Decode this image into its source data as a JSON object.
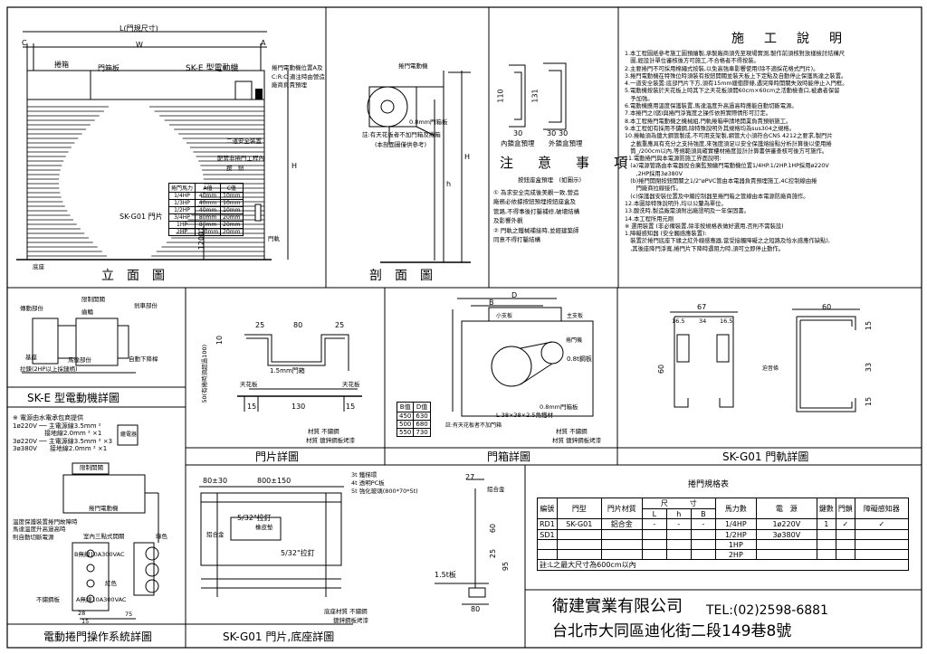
{
  "elevation": {
    "caption": "立　面　圖",
    "dim_L": "L(門規尺寸)",
    "dim_W": "W",
    "dim_C": "C",
    "dim_A": "A",
    "dim_H": "H",
    "dim_1200": "1200",
    "model_label": "SK-E 型電動機",
    "lbl_guard": "捲箱",
    "lbl_box": "門箱板",
    "lbl_motor_pos": "捲門電動機位置A及",
    "lbl_motor_pos2": "C:R:C 適注時由營造",
    "lbl_motor_pos3": "廠商負責預埋",
    "lbl_safety": "二道安全裝置",
    "lbl_switch": "配管非捲門工程內",
    "lbl_button": "按　鈕",
    "lbl_slat": "SK-G01 門片",
    "lbl_rail": "門軌",
    "lbl_base": "底座",
    "table_header": [
      "捲門馬力",
      "A值",
      "C值"
    ],
    "table_rows": [
      [
        "1/4HP",
        "40mm",
        "10mm"
      ],
      [
        "1/3HP",
        "40mm",
        "10mm"
      ],
      [
        "1/2HP",
        "40mm",
        "10mm"
      ],
      [
        "3/4HP",
        "80mm",
        "20mm"
      ],
      [
        "1HP",
        "80mm",
        "20mm"
      ],
      [
        "2HP",
        "120mm",
        "20mm"
      ]
    ]
  },
  "section": {
    "caption": "剖　面　圖",
    "lbl_motor": "捲門電動機",
    "lbl_plate": "0.8mm門箱板",
    "note1": "註:有天花板者不加門箱及捲箱",
    "note2": "(本剖面圖僅供參考)",
    "dim_h": "h",
    "dim_H": "H"
  },
  "rails": {
    "inner_label": "內鎖盒預埋",
    "outer_label": "外鎖盒預埋",
    "dim_110": "110",
    "dim_131": "131",
    "dim_30a": "30",
    "dim_30b": "30",
    "dim_30c": "30"
  },
  "attention": {
    "title": "注　意　事　項",
    "sub": "按鈕座盒預埋　(如圖示)",
    "item1": "① 為求安全完成後美觀一致,營造",
    "item1b": "廠務必依據按鈕預埋按鈕座盒及",
    "item1c": "管路,不得事後打鑿補修,破壞結構",
    "item1d": "及影響外觀",
    "item2": "② 門軌之鐵械補接時,並經建築師",
    "item2b": "同意不得打鑿結構"
  },
  "construction": {
    "title": "施　工　說　明",
    "lines": [
      "1.本工程圖紙參考施工圖預繪製,承製廠商須先至現場實測,製作前須核對放樣檢討結構尺",
      "　圖,經設計單位審核後方可施工,不合格者不得按裝。",
      "2.主要捲門不可採用棉繩式按裝,以免高強車影響使用(除不適採花格式門片)。",
      "3.捲門電動機在特殊位時須裝有按鈕開關並裝天板上下定點及自動停止保護馬達之裝置。",
      "4.一道安全裝置:底部門片下方,須有15mm緩衝膠條,遇突降時開關失效時能停止入門框。",
      "5.電動機按裝於天花板上時其下之天花板須開60cm×60cm之活動檢查口,被處者保留",
      "　予加強。",
      "6.電動機應用溫度保護裝置,馬達溫度升高過高時應能自動切斷電源。",
      "7.本捲門之(儲)與捲門淨寬度之操作依照實際情形可訂定。",
      "8.本工程捲門電動機之機械組,門軌捲箱申請地開業負責預辦施工。",
      "9.本工程如有採用不鏽鋼,除特殊說明外其規格均為sus304之規格。",
      "10.捲軸須為鍍大鋼管製成,不可用支架製,網管大小須符合CNS 4212之要求,製門片",
      "　之載重應具有充分之支持強度,來強度須足以安全保護熔接點分析計算後以使用捲",
      "　筒_/200cm以內,等規範須具確實樓材捲度設計計算書供審查核可後方可施作。",
      "11.電動捲門與本電源防施工界面說明:",
      "　(a)電源管路由本電器投合廣監預繪門電動機位置1/4HP.1/2HP.1HP採用ø220V",
      "　　,2HP採用3ø380V",
      "　(b)捲門開閉按鈕開關之1/2\"øPVC管由本電器負責預埋施工,4C控制線由捲",
      "　　門廠商拉線接作。",
      "　(c)保護器安裝位置及中繼控制器至捲門箱之管線由本電源防廠商施作。",
      "12.本圖除特殊說明外,均以公釐為單位。",
      "13.酸洗時,製造廠需須附出廠證明及一年保固書。",
      "14.本工程所用元剛",
      "※ 選用裝置 (非必備裝置,除非按規格表做好選用,否則不需裝設)",
      "1.障礙感知器 (安全觸感應裝置):",
      "　裝置於捲門底座下緣之紅外線感應器,當受接觸障礙之之短路及恰水感應作缺點),",
      "　,其後座降門淨寬,捲門片下降時遇阻力時,須可立即停止動作。"
    ]
  },
  "motor_detail": {
    "caption": "SK-E 型電動機詳圖",
    "lbl_transmission": "傳動部份",
    "lbl_limit": "限制開關",
    "lbl_gear": "齒輪",
    "lbl_brake": "剎車部份",
    "lbl_base": "基座",
    "lbl_motor": "馬達部份",
    "lbl_auto": "自動下降桿",
    "lbl_chain": "拉鍊(2HP以上採鏈柄)"
  },
  "slat": {
    "caption": "門片詳圖",
    "d25a": "25",
    "d80": "80",
    "d25b": "25",
    "d10": "10",
    "d130": "130",
    "d15a": "15",
    "d15b": "15",
    "lbl_thick": "1.5mm門箱",
    "lbl_ceiling_l": "天花板",
    "lbl_ceiling_r": "天花板",
    "lbl_side": "50(有捲時須超過100)",
    "material1": "材質 不鏽鋼",
    "material2": "材質 鍍鋅鋼板烤漆"
  },
  "box": {
    "caption": "門箱詳圖",
    "dim_D": "D",
    "dim_B": "B",
    "lbl_bracket": "小支板",
    "lbl_main": "主支板",
    "lbl_motor": "捲門機",
    "lbl_plate": "0.8t鋼板",
    "lbl_plate2": "0.8mm門箱板",
    "lbl_angle": "L 38×38×2.5角鐵材",
    "note": "註:有天花板者不加門箱",
    "table_header": [
      "B值",
      "D值"
    ],
    "table_rows": [
      [
        "450",
        "630"
      ],
      [
        "500",
        "680"
      ],
      [
        "550",
        "730"
      ]
    ],
    "material1": "材質 不鏽鋼",
    "material2": "材質 鍍鋅鋼板烤漆"
  },
  "rail_detail": {
    "caption": "SK-G01 門軌詳圖",
    "d67": "67",
    "d16a": "16.5",
    "d34": "34",
    "d16b": "16.5",
    "d60": "60",
    "d60b": "60",
    "d15a": "15",
    "d33": "33",
    "d15b": "15",
    "lbl_bar": "迫音條"
  },
  "control": {
    "caption": "電動捲門操作系統詳圖",
    "l1": "※ 電源由水電承包商提供",
    "l2": "1ø220V ── 主電源線3.5mm ²",
    "l3": "　　　　　接地線2.0mm ² ×1",
    "l4": "3ø220V ── 主電源線3.5mm ² ×3",
    "l5": "3ø380V　　接地線2.0mm ² ×1",
    "l6": "溫度保護裝置捲門故障時",
    "l7": "馬達溫度升高過高時",
    "l8": "則自動切斷電源",
    "lbl_motor": "捲門電動機",
    "lbl_limit": "限制開關",
    "lbl_indoor": "室內三點式開關",
    "lbl_relay": "繼電器",
    "r1": "B無線10A300VAC",
    "r2": "紅色",
    "r3": "A無線10A300VAC",
    "lbl_stainless": "不鏽鋼板",
    "lbl_green": "綠色",
    "d28": "28",
    "d15": "15",
    "d75": "75"
  },
  "bottom_detail": {
    "caption": "SK-G01 門片,底座詳圖",
    "d80": "80±30",
    "d800": "800±150",
    "lbl_alloy": "鋁合金",
    "lbl_rubber": "橡皮墊",
    "lbl_bolt": "5/32\"拉釘",
    "lbl_bolt2": "5/32\"拉釘",
    "n1": "3t 鐵梯環",
    "n2": "4t 透明PC板",
    "n3": "5t 強化玻璃(800*70*5t)",
    "d27": "27",
    "d60": "60",
    "d25": "25",
    "d95": "95",
    "d80b": "80",
    "lbl_alloy2": "鋁合金",
    "lbl_plate": "1.5t板",
    "material1": "底座材質 不鏽鋼",
    "material2": "鍍鋅鋼板烤漆"
  },
  "spec": {
    "caption": "捲門規格表",
    "h1": [
      "編號",
      "門型",
      "門片材質",
      "尺　　　寸",
      "馬力數",
      "電　源",
      "鍵數",
      "門鎖",
      "障礙感知器"
    ],
    "h2": [
      "L",
      "h",
      "B"
    ],
    "rows": [
      [
        "RD1",
        "SK-G01",
        "鋁合金",
        "-",
        "-",
        "-",
        "1/4HP",
        "1ø220V",
        "1",
        "✓",
        "✓"
      ],
      [
        "SD1",
        "",
        "",
        "",
        "",
        "",
        "1/2HP",
        "3ø380V",
        "",
        "",
        ""
      ],
      [
        "",
        "",
        "",
        "",
        "",
        "",
        "1HP",
        "",
        "",
        "",
        ""
      ],
      [
        "",
        "",
        "",
        "",
        "",
        "",
        "2HP",
        "",
        "",
        "",
        ""
      ]
    ],
    "note": "註:L之最大尺寸為600cm以內"
  },
  "company": {
    "name": "衛建實業有限公司",
    "tel": "TEL:(02)2598-6881",
    "addr": "台北市大同區迪化街二段149巷8號"
  }
}
